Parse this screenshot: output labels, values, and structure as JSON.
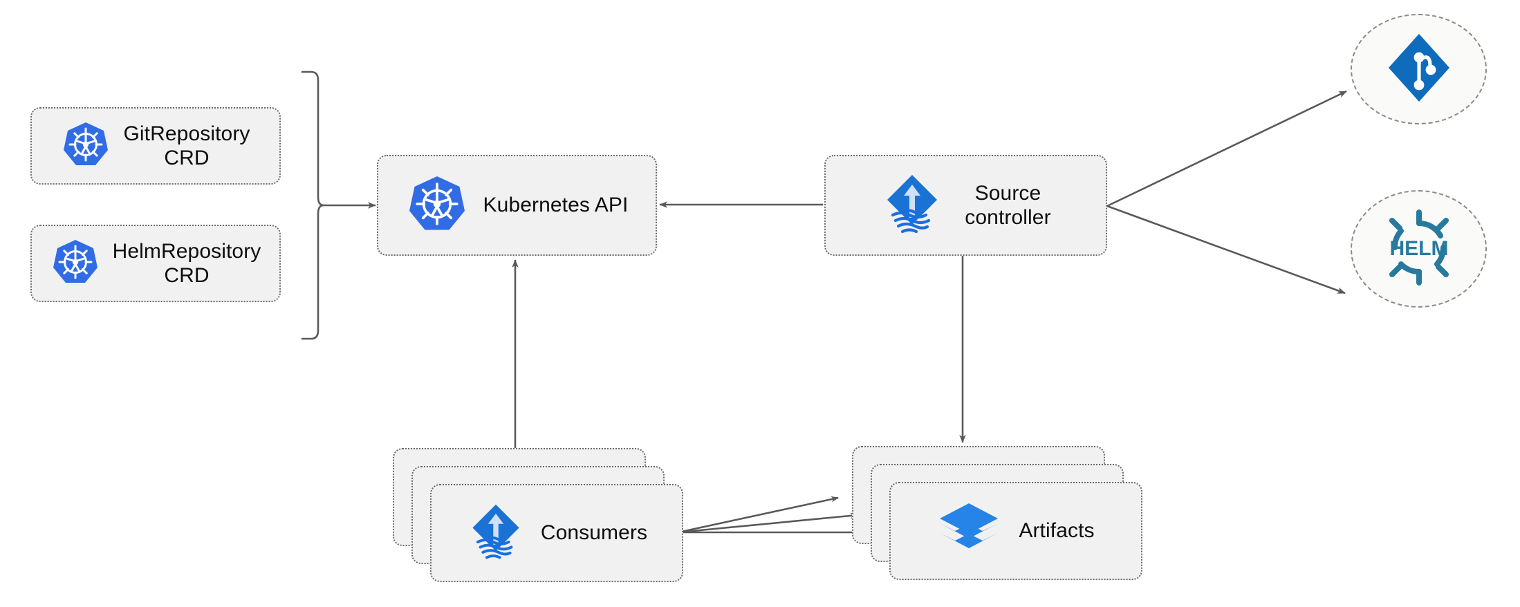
{
  "diagram": {
    "title": "Flux Source Controller architecture",
    "background": "#ffffff",
    "colors": {
      "box_fill": "#f1f1f1",
      "box_border": "#6b6b6b",
      "circle_fill": "#fafaf8",
      "circle_border": "#8a8a8a",
      "arrow": "#595959",
      "kubernetes_blue": "#326ce5",
      "flux_blue": "#1a73d4",
      "artifact_blue": "#2684e8",
      "git_blue": "#0f6cbd",
      "helm_blue": "#277a9e",
      "text": "#0d0d0d"
    }
  },
  "nodes": {
    "git_repository_crd": {
      "label": "GitRepository\nCRD",
      "icon": "kubernetes-icon"
    },
    "helm_repository_crd": {
      "label": "HelmRepository\nCRD",
      "icon": "kubernetes-icon"
    },
    "kubernetes_api": {
      "label": "Kubernetes API",
      "icon": "kubernetes-icon"
    },
    "source_controller": {
      "label": "Source\ncontroller",
      "icon": "flux-icon"
    },
    "consumers": {
      "label": "Consumers",
      "icon": "flux-icon",
      "stack_count": 3
    },
    "artifacts": {
      "label": "Artifacts",
      "icon": "layers-icon",
      "stack_count": 3
    },
    "git_source": {
      "label": "",
      "icon": "git-icon"
    },
    "helm_source": {
      "label": "HELM",
      "icon": "helm-icon"
    }
  },
  "edges": [
    {
      "name": "crds-to-kubernetes-api",
      "from": "crd-bracket",
      "to": "kubernetes_api",
      "style": "solid-arrow"
    },
    {
      "name": "source-controller-to-kubernetes-api",
      "from": "source_controller",
      "to": "kubernetes_api",
      "style": "solid-arrow"
    },
    {
      "name": "consumers-to-kubernetes-api",
      "from": "consumers",
      "to": "kubernetes_api",
      "style": "solid-arrow"
    },
    {
      "name": "source-controller-to-artifacts",
      "from": "source_controller",
      "to": "artifacts",
      "style": "solid-arrow"
    },
    {
      "name": "source-controller-to-git-source",
      "from": "source_controller",
      "to": "git_source",
      "style": "solid-arrow"
    },
    {
      "name": "source-controller-to-helm-source",
      "from": "source_controller",
      "to": "helm_source",
      "style": "solid-arrow"
    },
    {
      "name": "consumers-to-artifacts-1",
      "from": "consumers",
      "to": "artifacts",
      "style": "solid-arrow"
    },
    {
      "name": "consumers-to-artifacts-2",
      "from": "consumers",
      "to": "artifacts",
      "style": "solid-arrow"
    },
    {
      "name": "consumers-to-artifacts-3",
      "from": "consumers",
      "to": "artifacts",
      "style": "solid-arrow"
    }
  ]
}
